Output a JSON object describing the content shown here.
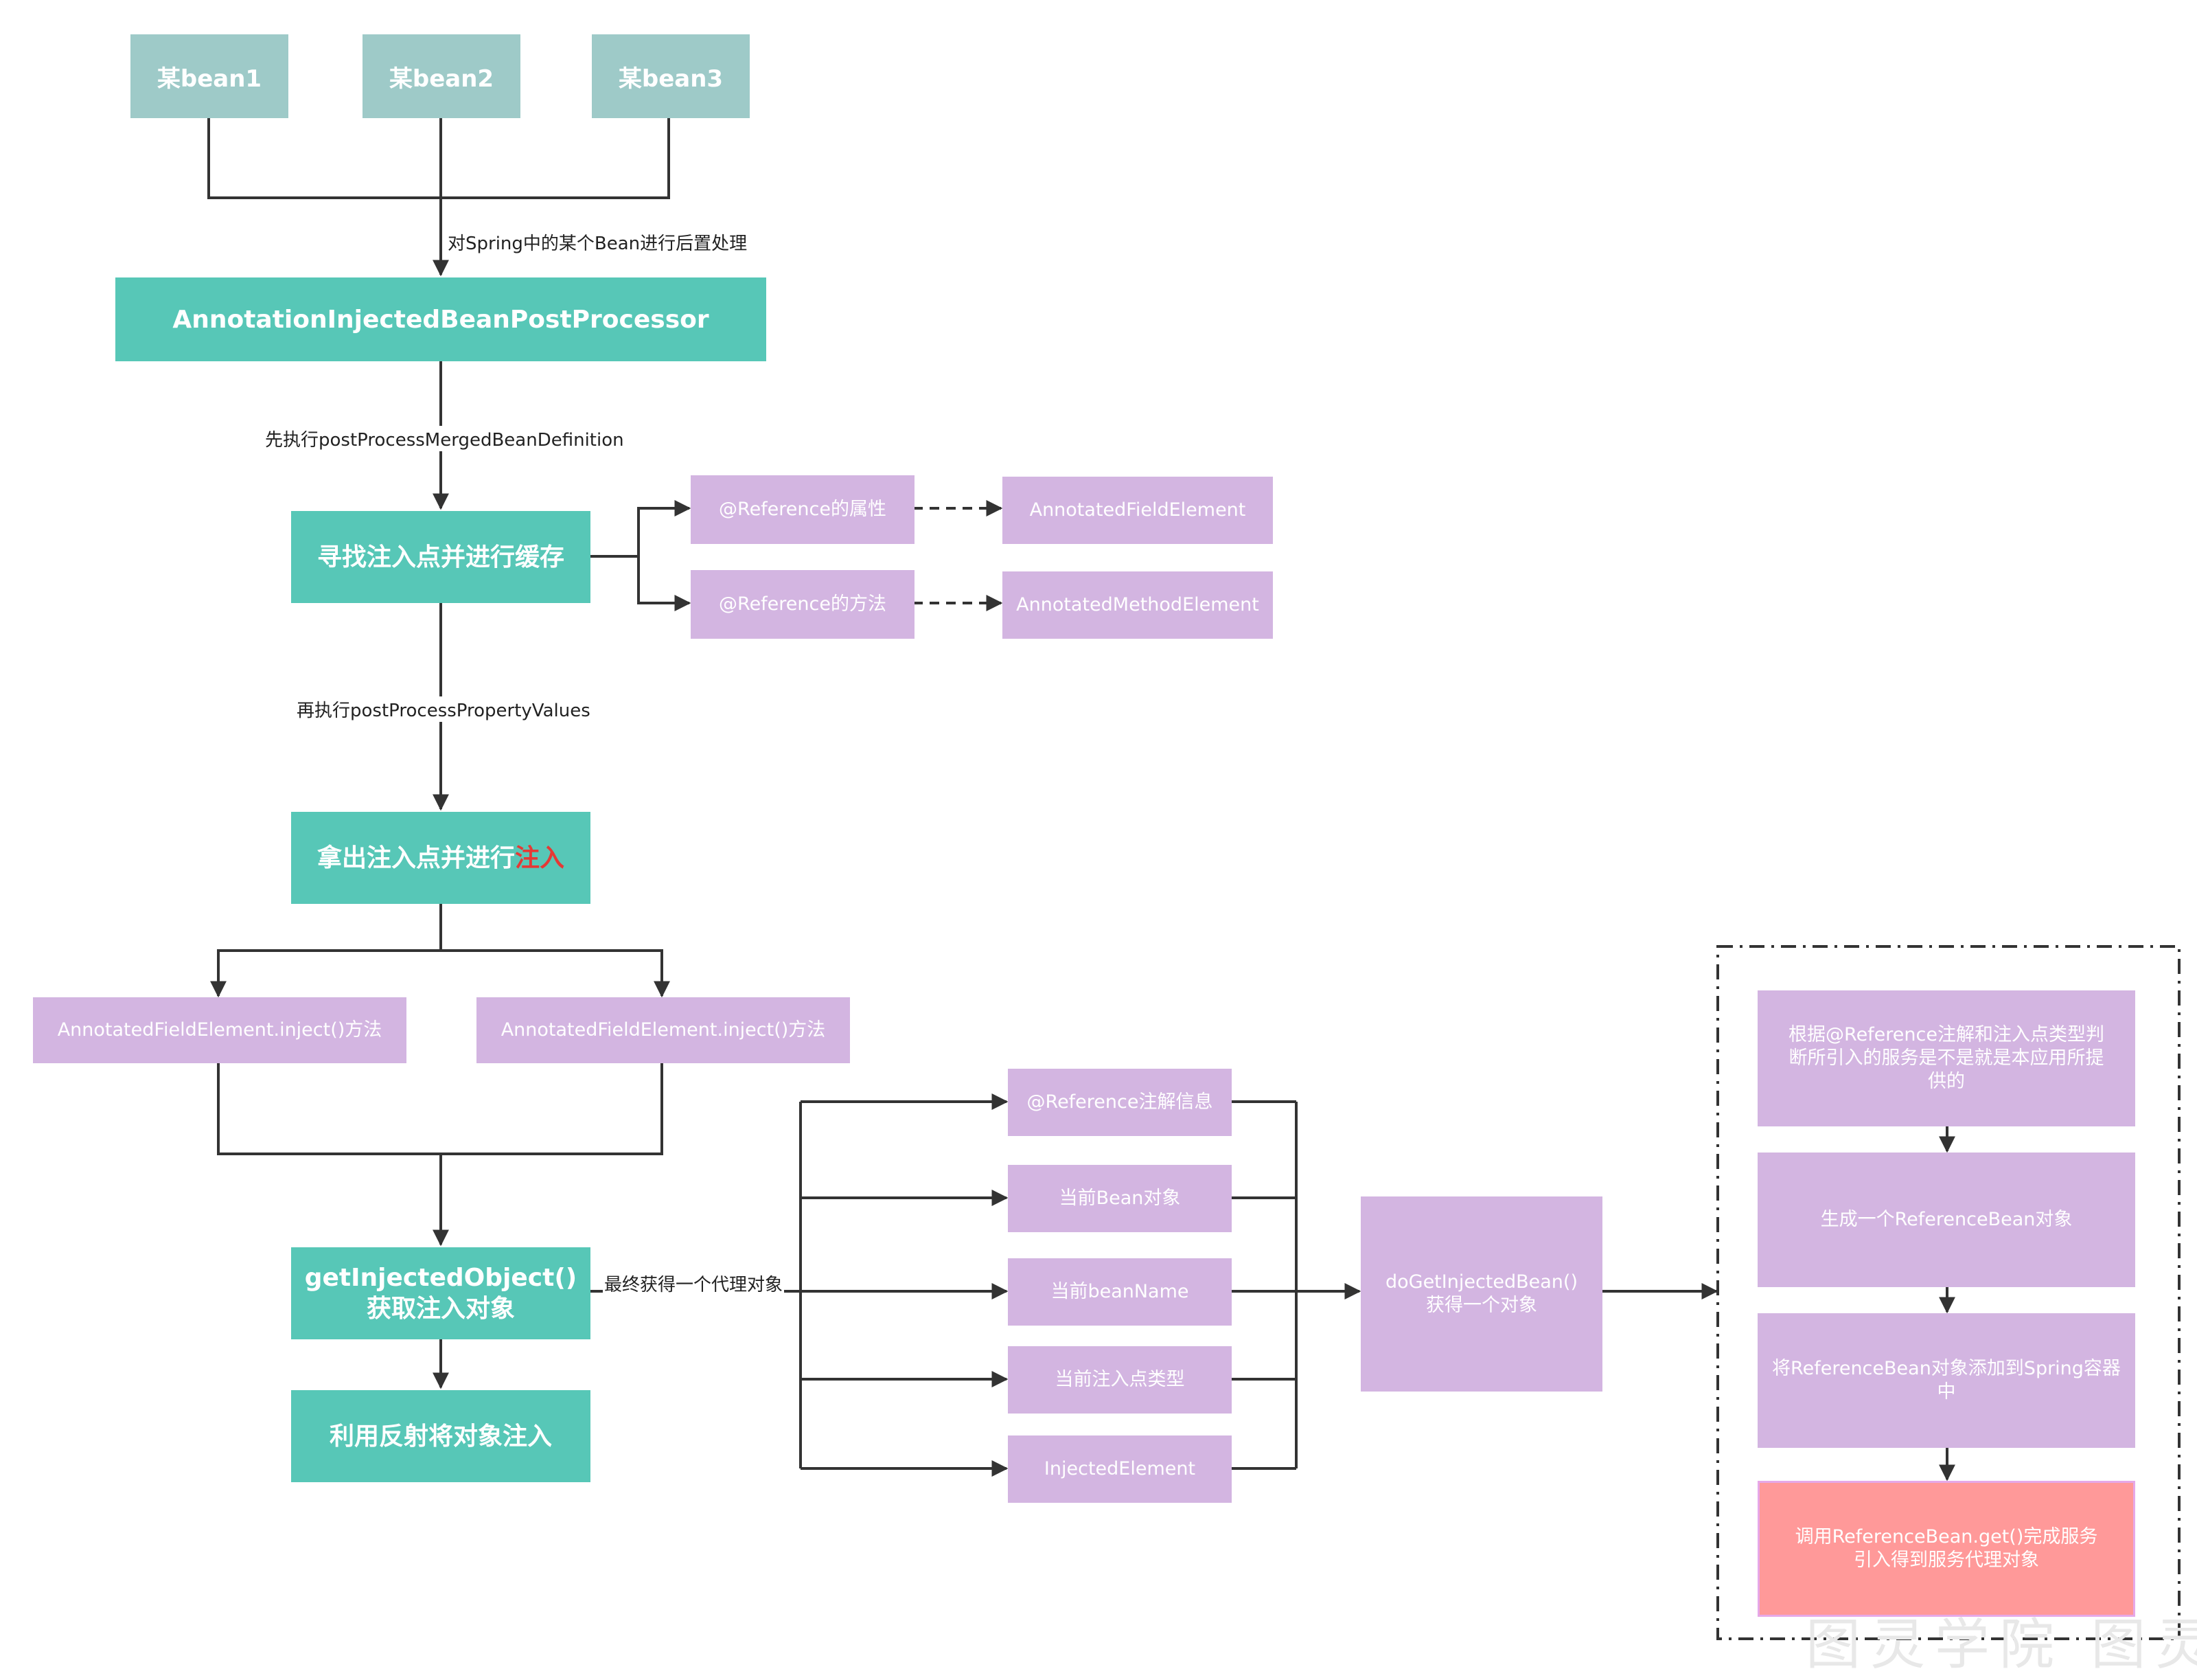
{
  "beans": [
    "某bean1",
    "某bean2",
    "某bean3"
  ],
  "edge_labels": {
    "post_process": "对Spring中的某个Bean进行后置处理",
    "first_exec": "先执行postProcessMergedBeanDefinition",
    "then_exec": "再执行postProcessPropertyValues",
    "final_obtain": "最终获得一个代理对象"
  },
  "main_flow": {
    "processor": "AnnotationInjectedBeanPostProcessor",
    "find_cache": "寻找注入点并进行缓存",
    "take_inject": "拿出注入点并进行",
    "take_inject_highlight": "注入",
    "get_object_line1": "getInjectedObject()",
    "get_object_line2": "获取注入对象",
    "reflect": "利用反射将对象注入"
  },
  "reference_targets": {
    "field": "@Reference的属性",
    "method": "@Reference的方法",
    "field_element": "AnnotatedFieldElement",
    "method_element": "AnnotatedMethodElement"
  },
  "inject_methods": [
    "AnnotatedFieldElement.inject()方法",
    "AnnotatedFieldElement.inject()方法"
  ],
  "params": [
    "@Reference注解信息",
    "当前Bean对象",
    "当前beanName",
    "当前注入点类型",
    "InjectedElement"
  ],
  "do_get": {
    "line1": "doGetInjectedBean()",
    "line2": "获得一个对象"
  },
  "steps": [
    "根据@Reference注解和注入点类型判断所引入的服务是不是就是本应用所提供的",
    "生成一个ReferenceBean对象",
    "将ReferenceBean对象添加到Spring容器中",
    "调用ReferenceBean.get()完成服务引入得到服务代理对象"
  ],
  "watermark": "图灵学院 图灵",
  "colors": {
    "bean_gray": "#9ecac8",
    "teal": "#57c7b7",
    "purple": "#d3b5e1",
    "salmon": "#ff9999",
    "highlight_red": "#e53935",
    "line": "#333333"
  }
}
